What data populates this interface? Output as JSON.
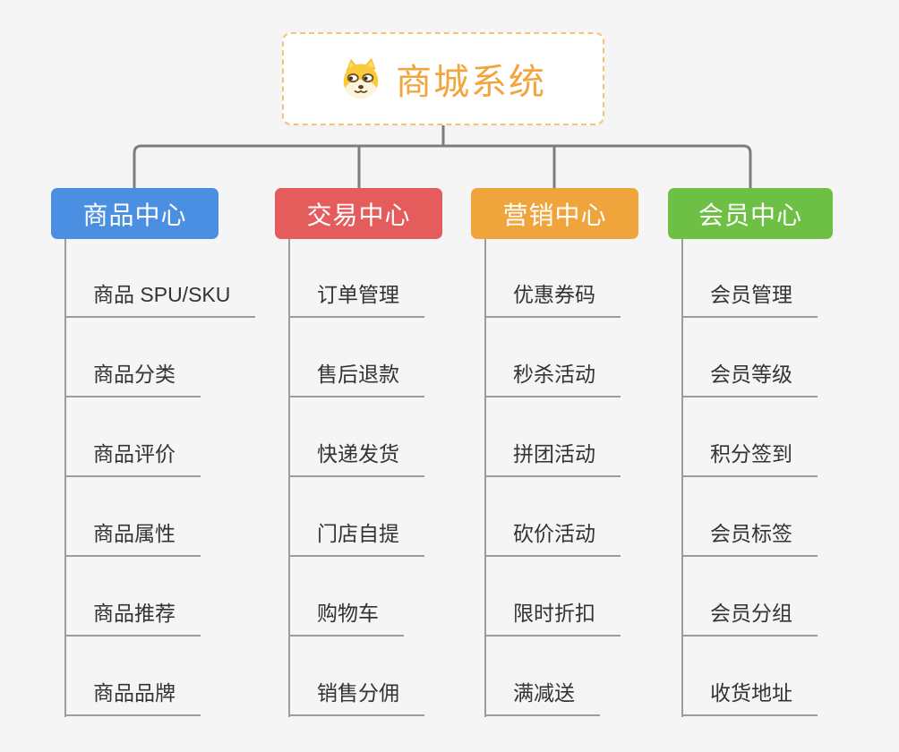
{
  "root": {
    "title": "商城系统",
    "icon": "dog-face-icon"
  },
  "branches": [
    {
      "label": "商品中心",
      "color": "#4b8fe2",
      "items": [
        "商品 SPU/SKU",
        "商品分类",
        "商品评价",
        "商品属性",
        "商品推荐",
        "商品品牌"
      ]
    },
    {
      "label": "交易中心",
      "color": "#e45c5c",
      "items": [
        "订单管理",
        "售后退款",
        "快递发货",
        "门店自提",
        "购物车",
        "销售分佣"
      ]
    },
    {
      "label": "营销中心",
      "color": "#efa53b",
      "items": [
        "优惠券码",
        "秒杀活动",
        "拼团活动",
        "砍价活动",
        "限时折扣",
        "满减送"
      ]
    },
    {
      "label": "会员中心",
      "color": "#6dc044",
      "items": [
        "会员管理",
        "会员等级",
        "积分签到",
        "会员标签",
        "会员分组",
        "收货地址"
      ]
    }
  ],
  "colors": {
    "background": "#f5f5f5",
    "connector": "#7d7d7d",
    "leaf_line": "#9c9c9c",
    "leaf_text": "#333333",
    "root_border": "#f3c377",
    "root_text": "#f2a43d"
  }
}
